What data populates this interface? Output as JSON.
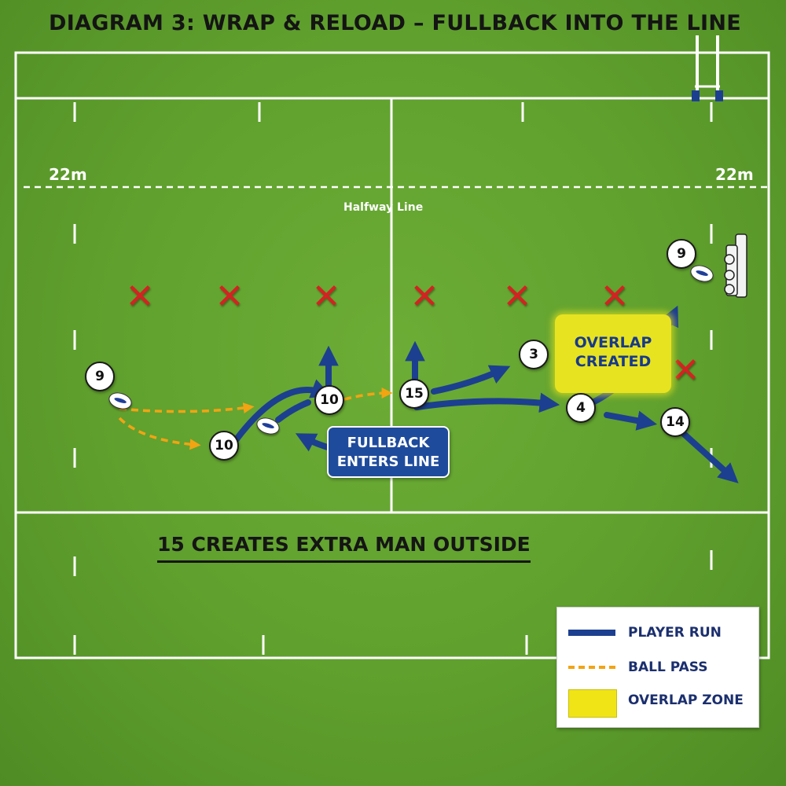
{
  "title": "DIAGRAM 3: WRAP & RELOAD – FULLBACK INTO THE LINE",
  "field_labels": {
    "line_22_left": "22m",
    "line_22_right": "22m",
    "halfway": "Halfway Line"
  },
  "players": {
    "scrum_half_right": "9",
    "scrum_half_left": "9",
    "fly_half_receiver": "10",
    "fly_half_wrap": "10",
    "fullback": "15",
    "lock_3": "3",
    "lock_4": "4",
    "wing_14": "14"
  },
  "overlap_label_line1": "OVERLAP",
  "overlap_label_line2": "CREATED",
  "callout_line1": "FULLBACK",
  "callout_line2": "ENTERS LINE",
  "bottom_caption": "15 CREATES EXTRA MAN OUTSIDE",
  "legend": {
    "player_run": "PLAYER RUN",
    "ball_pass": "BALL PASS",
    "overlap_zone": "OVERLAP ZONE"
  },
  "defender_marker": "✕",
  "colors": {
    "pitch": "#5e9e2c",
    "player_run": "#1d3f8f",
    "ball_pass": "#f2a413",
    "overlap_zone": "#e8e320",
    "defender": "#d42222"
  }
}
